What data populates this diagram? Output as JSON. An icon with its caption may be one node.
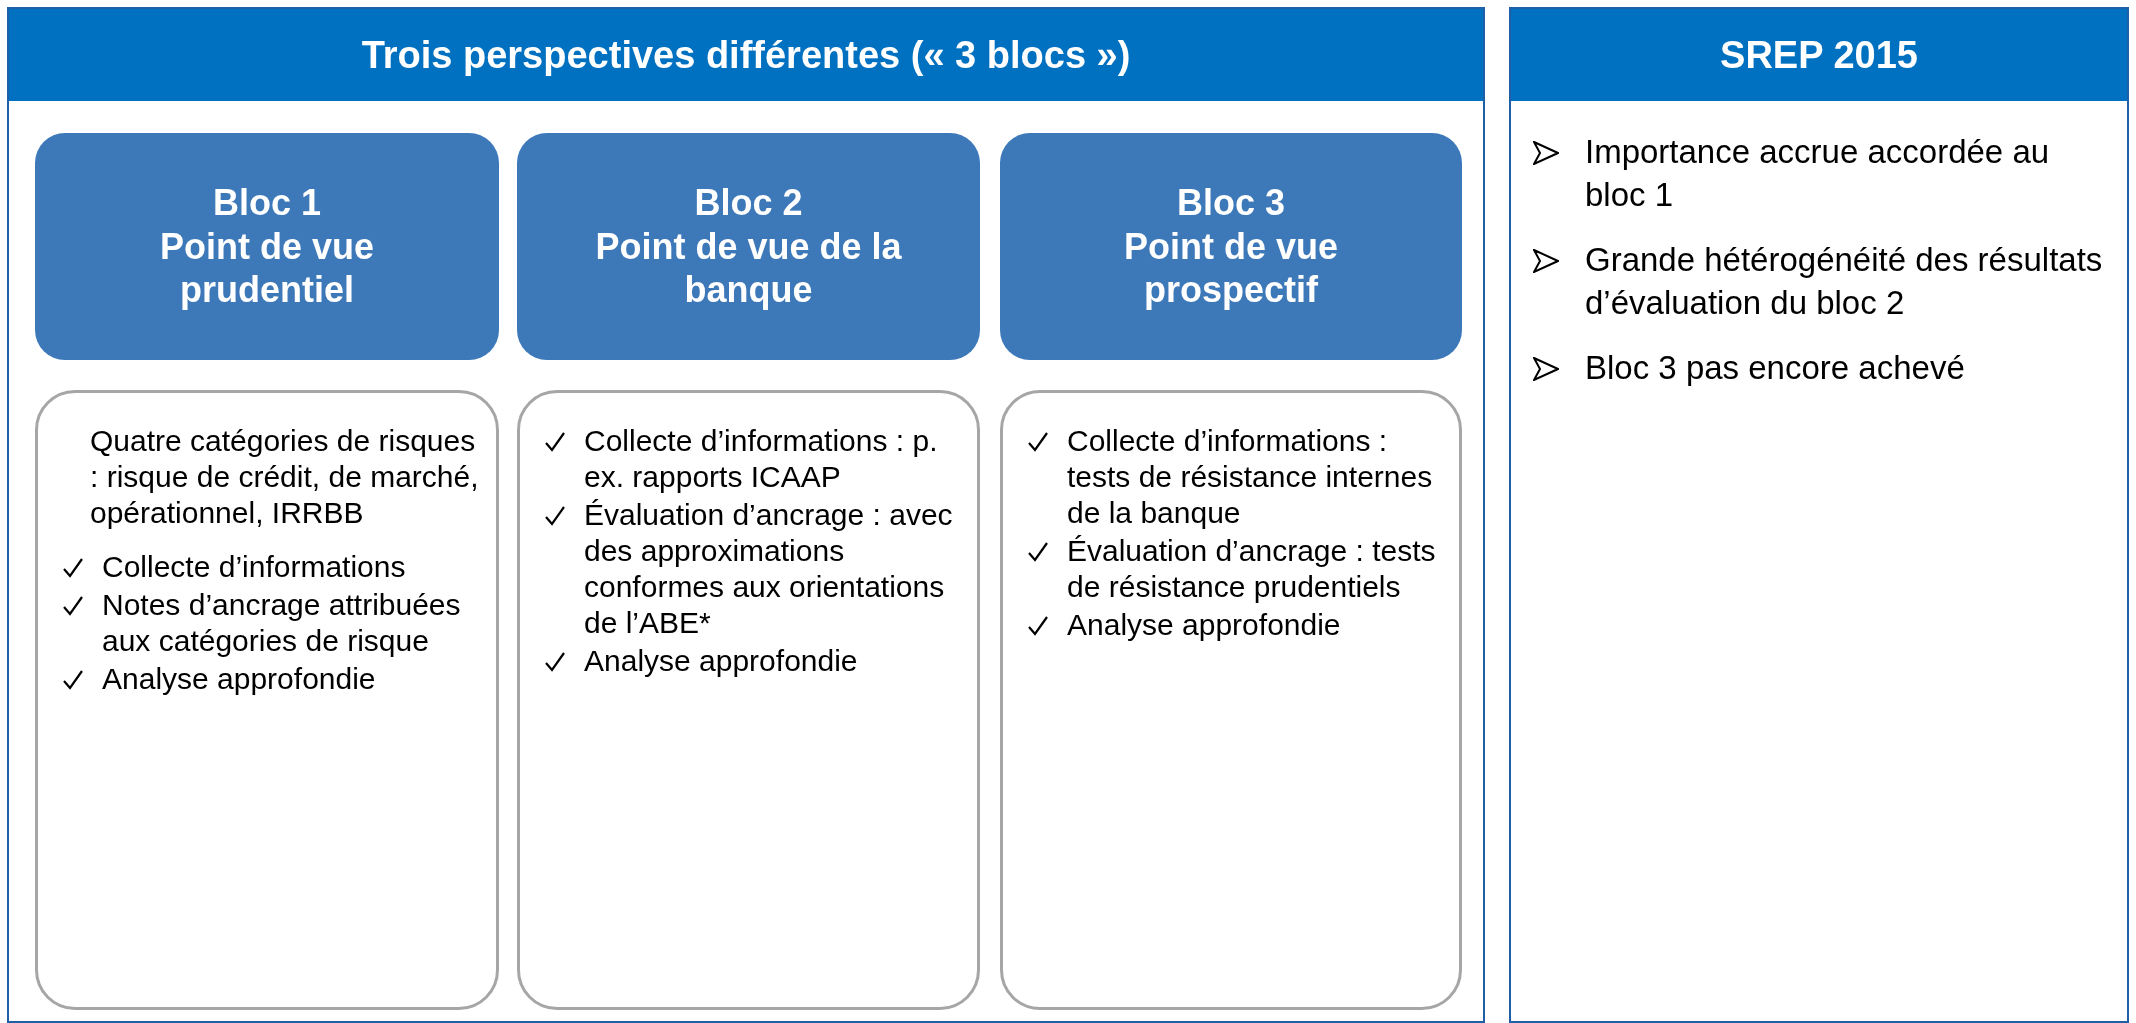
{
  "diagram": {
    "nodes": [
      {
        "text": [
          "Trois perspectives différentes (« 3 blocs »)"
        ]
      },
      {
        "text": [
          "Bloc 1",
          "Point de vue prudentiel"
        ],
        "in": 0
      },
      {
        "text": [
          "Quatre catégories de risques : risque de crédit, de marché, opérationnel, IRRBB",
          "Collecte d’informations",
          "Notes d’ancrage attribuées aux catégories de risque",
          "Analyse approfondie"
        ],
        "in": 0
      },
      {
        "text": [
          "Bloc 2",
          "Point de vue de la banque"
        ],
        "in": 0
      },
      {
        "text": [
          "Collecte d’informations : p. ex. rapports ICAAP",
          "Évaluation d’ancrage : avec des approximations conformes aux orientations de l’ABE*",
          "Analyse approfondie"
        ],
        "in": 0
      },
      {
        "text": [
          "Bloc 3",
          "Point de vue prospectif"
        ],
        "in": 0
      },
      {
        "text": [
          "Collecte d’informations : tests de résistance internes de la banque",
          "Évaluation d’ancrage : tests de résistance prudentiels",
          "Analyse approfondie"
        ],
        "in": 0
      },
      {
        "text": [
          "SREP 2015",
          "Importance accrue accordée au bloc 1",
          "Grande hétérogénéité des résultats d’évaluation du bloc 2",
          "Bloc 3 pas encore achevé"
        ]
      }
    ]
  }
}
